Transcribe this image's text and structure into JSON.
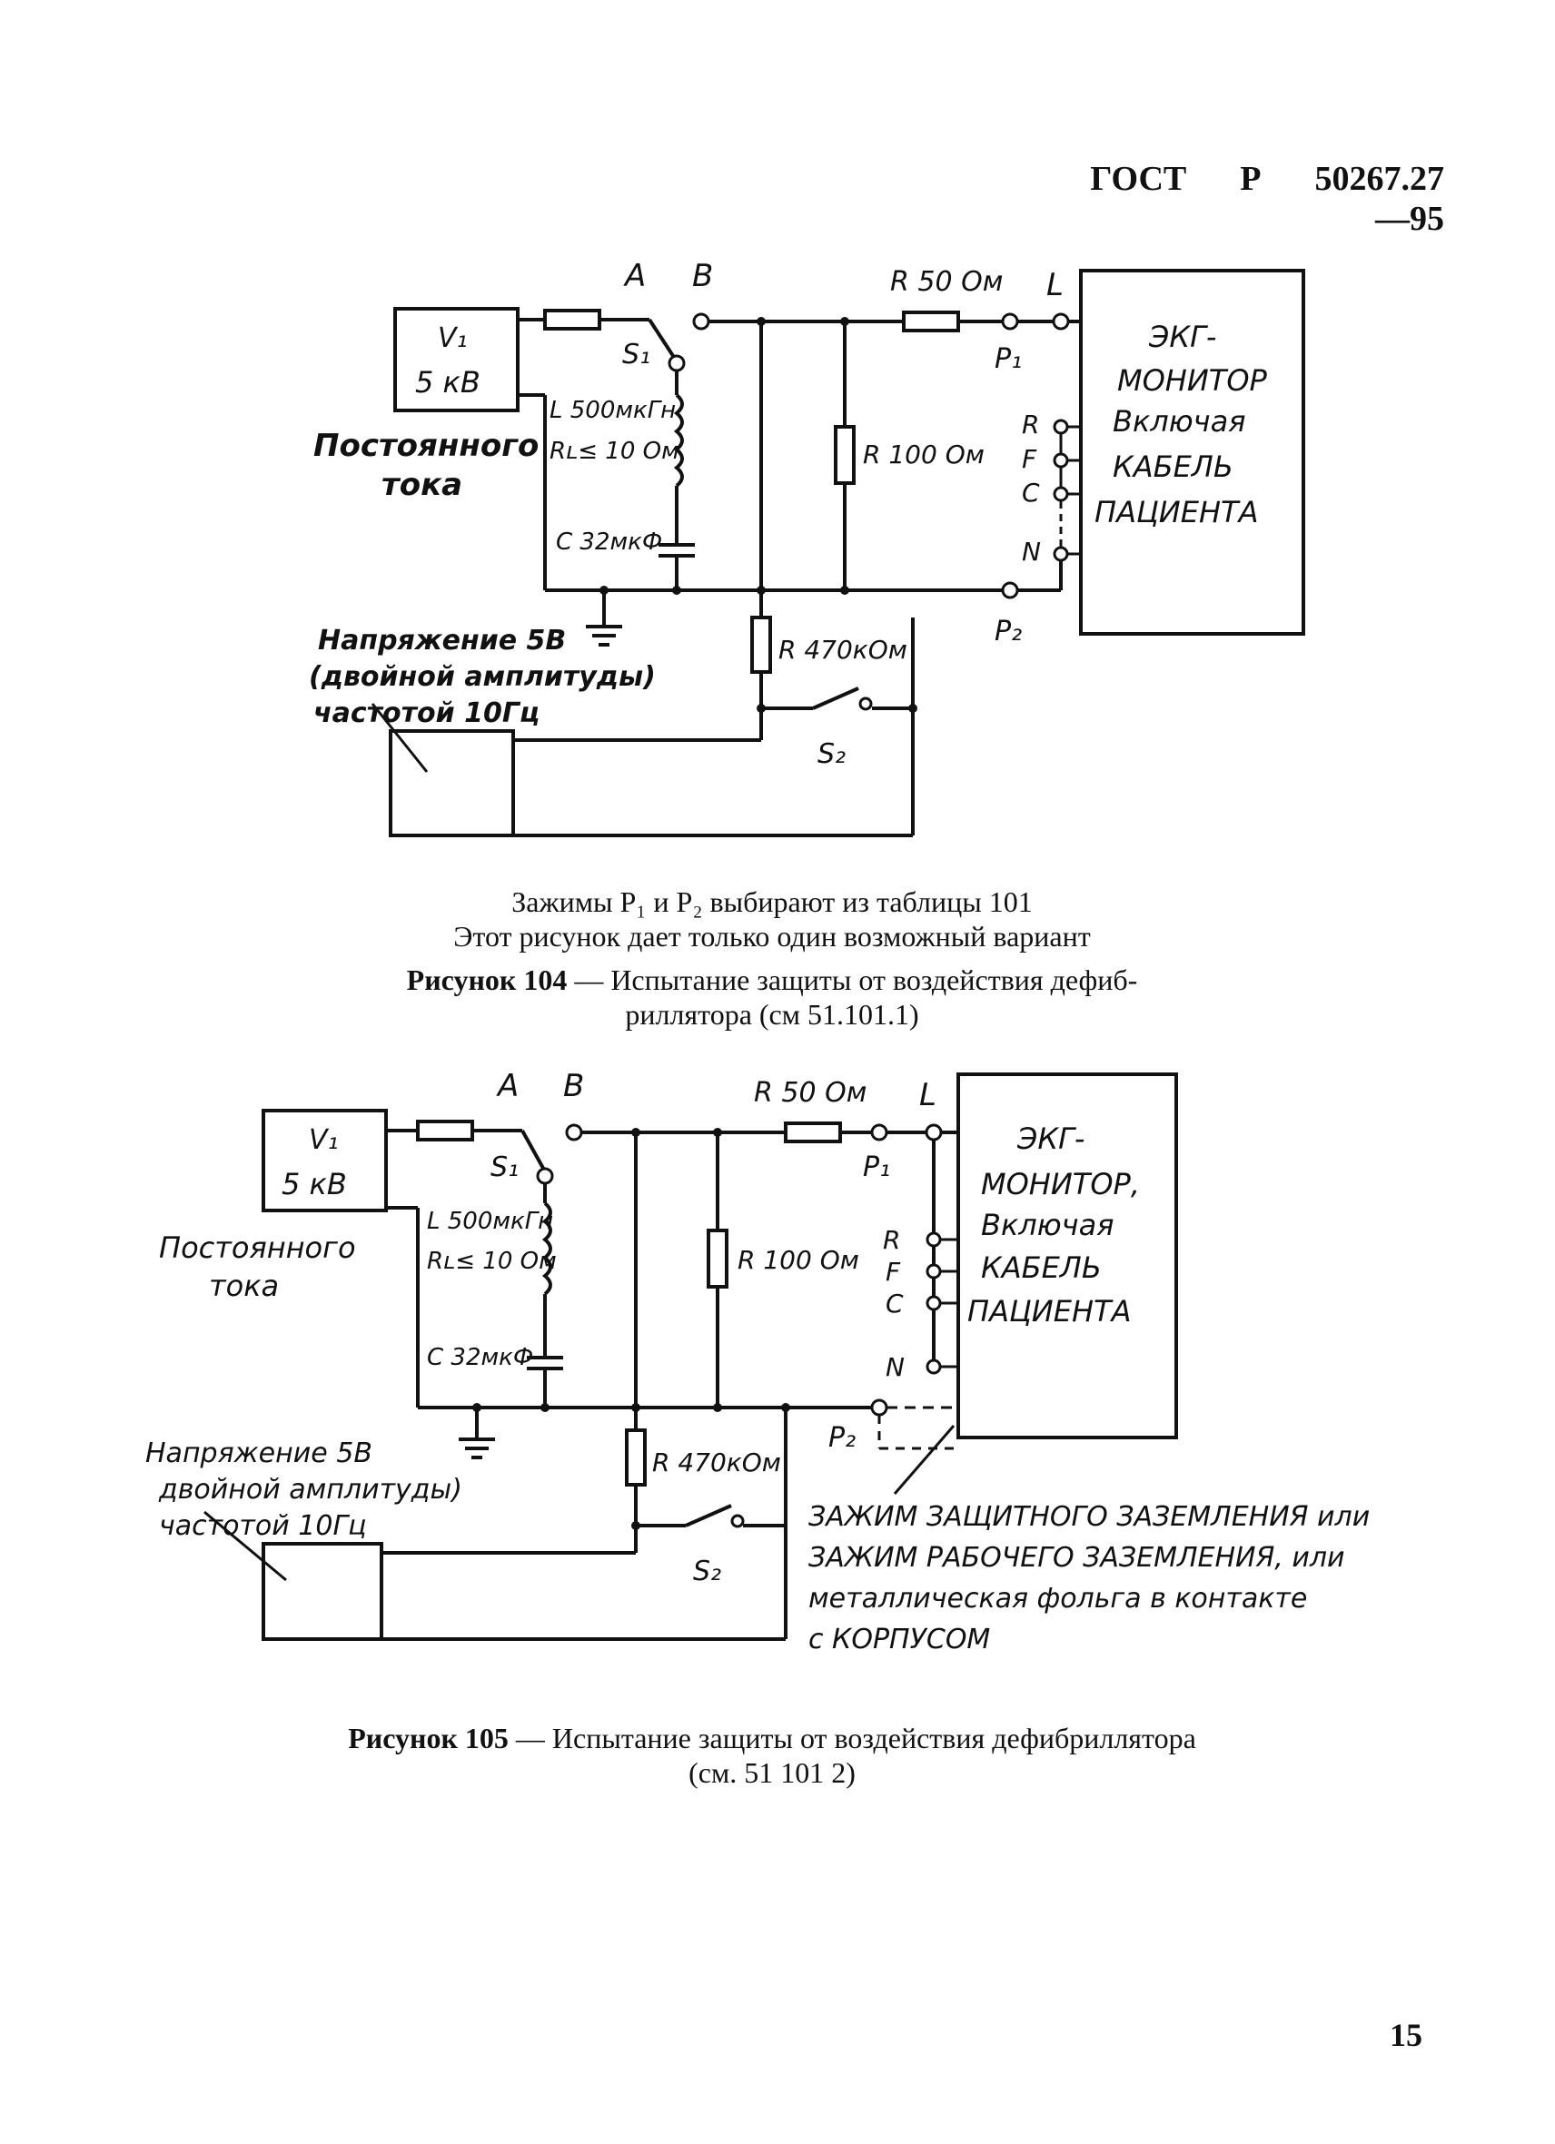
{
  "header": {
    "standard": "ГОСТ",
    "letter": "Р",
    "number": "50267.27—95"
  },
  "fig104": {
    "labels": {
      "A": "A",
      "B": "B",
      "r50": "R 50 Ом",
      "L": "L",
      "v1": "V₁",
      "v1_value": "5 кВ",
      "s1": "S₁",
      "p1": "P₁",
      "dc1": "Постоянного",
      "dc2": "тока",
      "l_value": "L 500мкГн",
      "rl_value": "Rʟ≤ 10 Ом",
      "r100": "R 100 Ом",
      "c_value": "C 32мкФ",
      "r": "R",
      "f": "F",
      "c": "C",
      "n": "N",
      "p2": "P₂",
      "r470": "R 470кОм",
      "s2": "S₂",
      "volt1": "Напряжение 5В",
      "volt2": "(двойной амплитуды)",
      "volt3": "частотой 10Гц",
      "ecg1": "ЭКГ-",
      "ecg2": "МОНИТОР",
      "ecg3": "Включая",
      "ecg4": "КАБЕЛЬ",
      "ecg5": "ПАЦИЕНТА"
    },
    "note1": "Зажимы P₁ и P₂ выбирают из таблицы 101",
    "note2": "Этот рисунок дает только один возможный вариант",
    "caption_label": "Рисунок 104",
    "caption_text1": " — Испытание защиты от воздействия дефиб-",
    "caption_text2": "риллятора (см 51.101.1)"
  },
  "fig105": {
    "labels": {
      "A": "A",
      "B": "B",
      "r50": "R 50 Ом",
      "L": "L",
      "v1": "V₁",
      "v1_value": "5 кВ",
      "s1": "S₁",
      "p1": "P₁",
      "dc1": "Постоянного",
      "dc2": "тока",
      "l_value": "L 500мкГн",
      "rl_value": "Rʟ≤ 10 Ом",
      "r100": "R 100 Ом",
      "c_value": "C 32мкФ",
      "r": "R",
      "f": "F",
      "c": "C",
      "n": "N",
      "p2": "P₂",
      "r470": "R 470кОм",
      "s2": "S₂",
      "volt1": "Напряжение 5В",
      "volt2": "двойной амплитуды)",
      "volt3": "частотой 10Гц",
      "ecg1": "ЭКГ-",
      "ecg2": "МОНИТОР,",
      "ecg3": "Включая",
      "ecg4": "КАБЕЛЬ",
      "ecg5": "ПАЦИЕНТА",
      "gnd1": "ЗАЖИМ ЗАЩИТНОГО ЗАЗЕМЛЕНИЯ или",
      "gnd2": "ЗАЖИМ РАБОЧЕГО ЗАЗЕМЛЕНИЯ, или",
      "gnd3": "металлическая фольга в контакте",
      "gnd4": "с КОРПУСОМ"
    },
    "caption_label": "Рисунок 105",
    "caption_text1": " — Испытание защиты от воздействия дефибриллятора",
    "caption_text2": "(см. 51 101 2)"
  },
  "page_number": "15"
}
